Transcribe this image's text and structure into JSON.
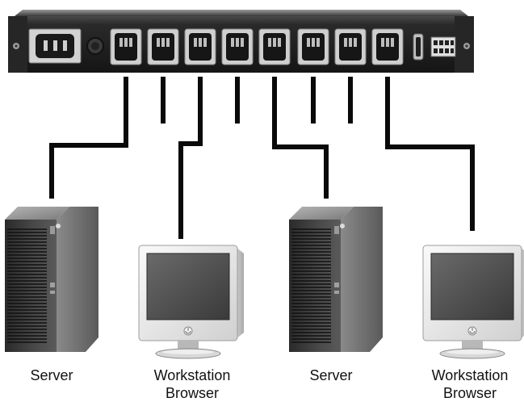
{
  "devices": [
    {
      "type": "server",
      "label_lines": [
        "Server"
      ]
    },
    {
      "type": "workstation",
      "label_lines": [
        "Workstation",
        "Browser"
      ]
    },
    {
      "type": "server",
      "label_lines": [
        "Server"
      ]
    },
    {
      "type": "workstation",
      "label_lines": [
        "Workstation",
        "Browser"
      ]
    }
  ],
  "pdu": {
    "outlet_count": 8,
    "connected_outlets": [
      1,
      3,
      5,
      8
    ],
    "icons": [
      "iec-power-inlet-icon",
      "reset-button-icon",
      "serial-port-icon",
      "dip-switch-icon"
    ]
  },
  "colors": {
    "chassis": "#1e1e1e",
    "cable": "#0a0a0a",
    "tower_body": "#3c3c3c",
    "monitor_bezel": "#ececec"
  }
}
